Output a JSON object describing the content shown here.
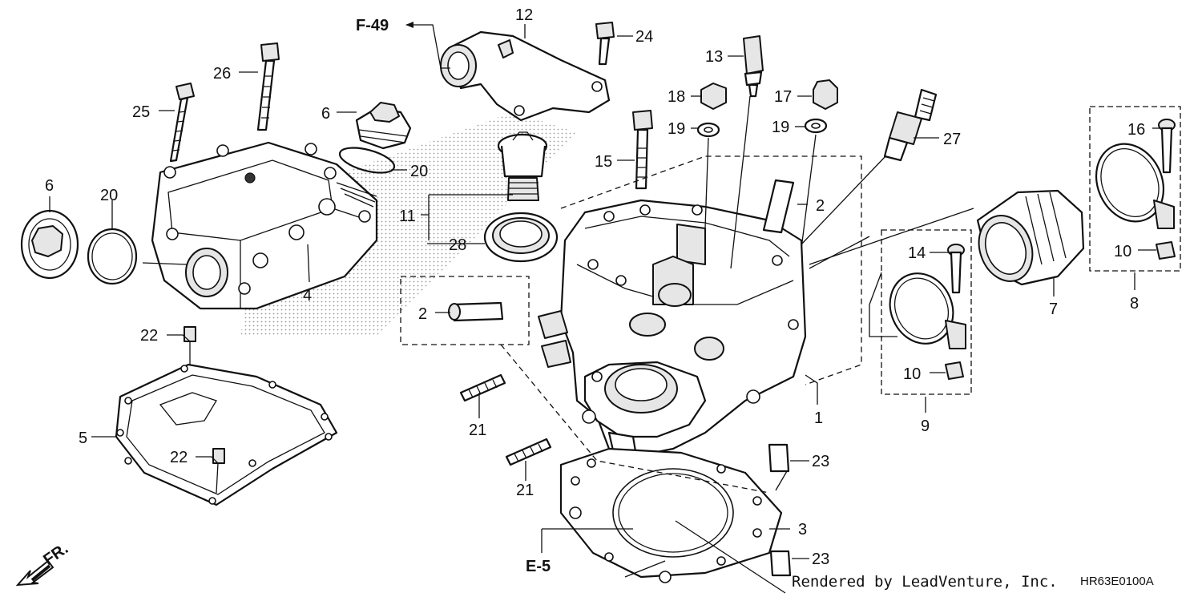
{
  "callouts": {
    "n1": "1",
    "n2a": "2",
    "n2b": "2",
    "n3": "3",
    "n4": "4",
    "n5": "5",
    "n6a": "6",
    "n6b": "6",
    "n7": "7",
    "n8": "8",
    "n9": "9",
    "n10a": "10",
    "n10b": "10",
    "n11": "11",
    "n12": "12",
    "n13": "13",
    "n14": "14",
    "n15": "15",
    "n16": "16",
    "n17": "17",
    "n18": "18",
    "n19a": "19",
    "n19b": "19",
    "n20a": "20",
    "n20b": "20",
    "n21a": "21",
    "n21b": "21",
    "n22a": "22",
    "n22b": "22",
    "n23a": "23",
    "n23b": "23",
    "n24": "24",
    "n25": "25",
    "n26": "26",
    "n27": "27",
    "n28": "28"
  },
  "references": {
    "f49": "F-49",
    "e5": "E-5"
  },
  "direction_label": "FR.",
  "footer": {
    "credit": "Rendered by LeadVenture, Inc.",
    "diagram_code": "HR63E0100A"
  }
}
